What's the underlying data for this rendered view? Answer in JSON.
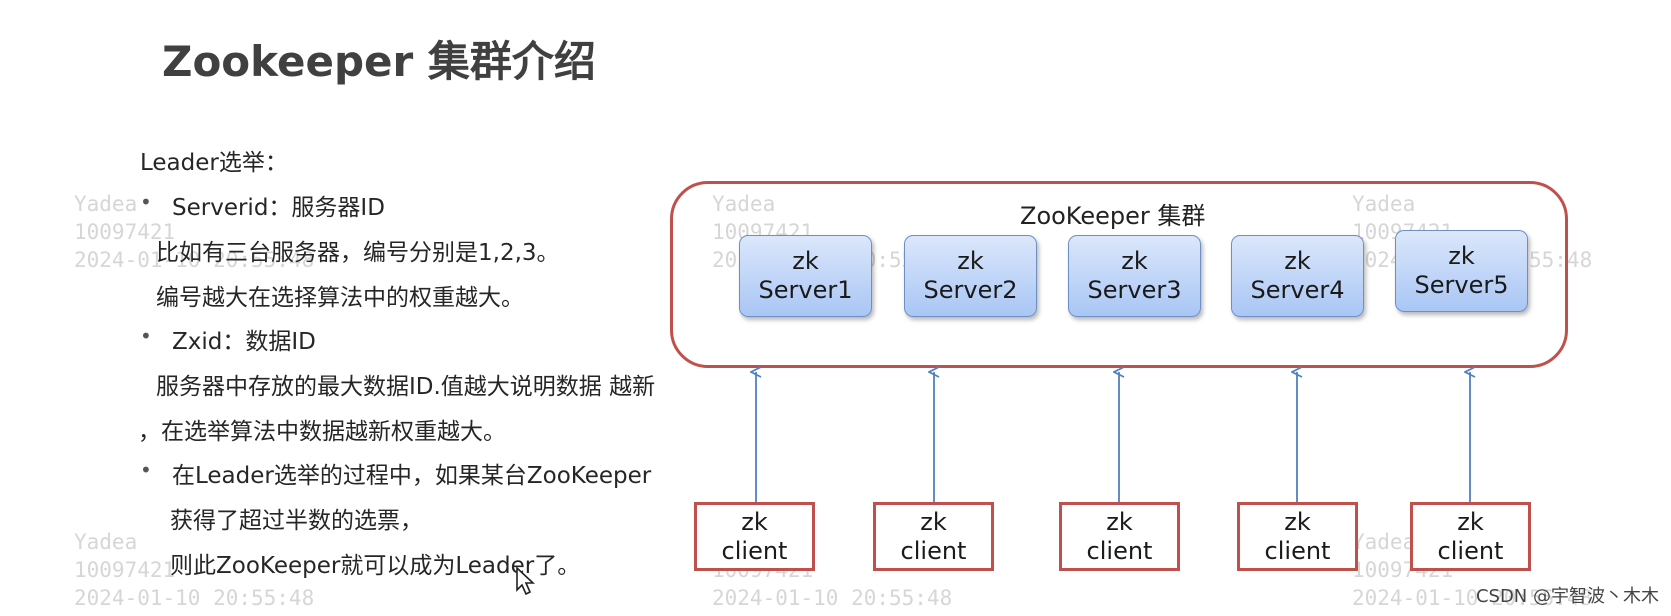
{
  "title": "Zookeeper 集群介绍",
  "watermark": {
    "name": "Yadea",
    "id": "10097421",
    "datetime": "2024-01-10 20:55:48"
  },
  "content": {
    "heading": "Leader选举：",
    "bullet": "•",
    "serverid_title": "Serverid：服务器ID",
    "serverid_line1": "比如有三台服务器，编号分别是1,2,3。",
    "serverid_line2": "编号越大在选择算法中的权重越大。",
    "zxid_title": "Zxid：数据ID",
    "zxid_line1": "服务器中存放的最大数据ID.值越大说明数据  越新",
    "zxid_line2": "，在选举算法中数据越新权重越大。",
    "election_line1": "在Leader选举的过程中，如果某台ZooKeeper",
    "election_line2": "获得了超过半数的选票，",
    "election_line3": "则此ZooKeeper就可以成为Leader了。"
  },
  "diagram": {
    "cluster_label": "ZooKeeper 集群",
    "servers": [
      {
        "line1": "zk",
        "line2": "Server1"
      },
      {
        "line1": "zk",
        "line2": "Server2"
      },
      {
        "line1": "zk",
        "line2": "Server3"
      },
      {
        "line1": "zk",
        "line2": "Server4"
      },
      {
        "line1": "zk",
        "line2": "Server5"
      }
    ],
    "clients": [
      {
        "line1": "zk",
        "line2": "client"
      },
      {
        "line1": "zk",
        "line2": "client"
      },
      {
        "line1": "zk",
        "line2": "client"
      },
      {
        "line1": "zk",
        "line2": "client"
      },
      {
        "line1": "zk",
        "line2": "client"
      }
    ],
    "colors": {
      "cluster_border": "#c0504d",
      "server_fill_top": "#dbe7fb",
      "server_fill_bottom": "#a9c6f5",
      "arrow": "#4f81bd"
    }
  },
  "credit": "CSDN @宇智波丶木木"
}
